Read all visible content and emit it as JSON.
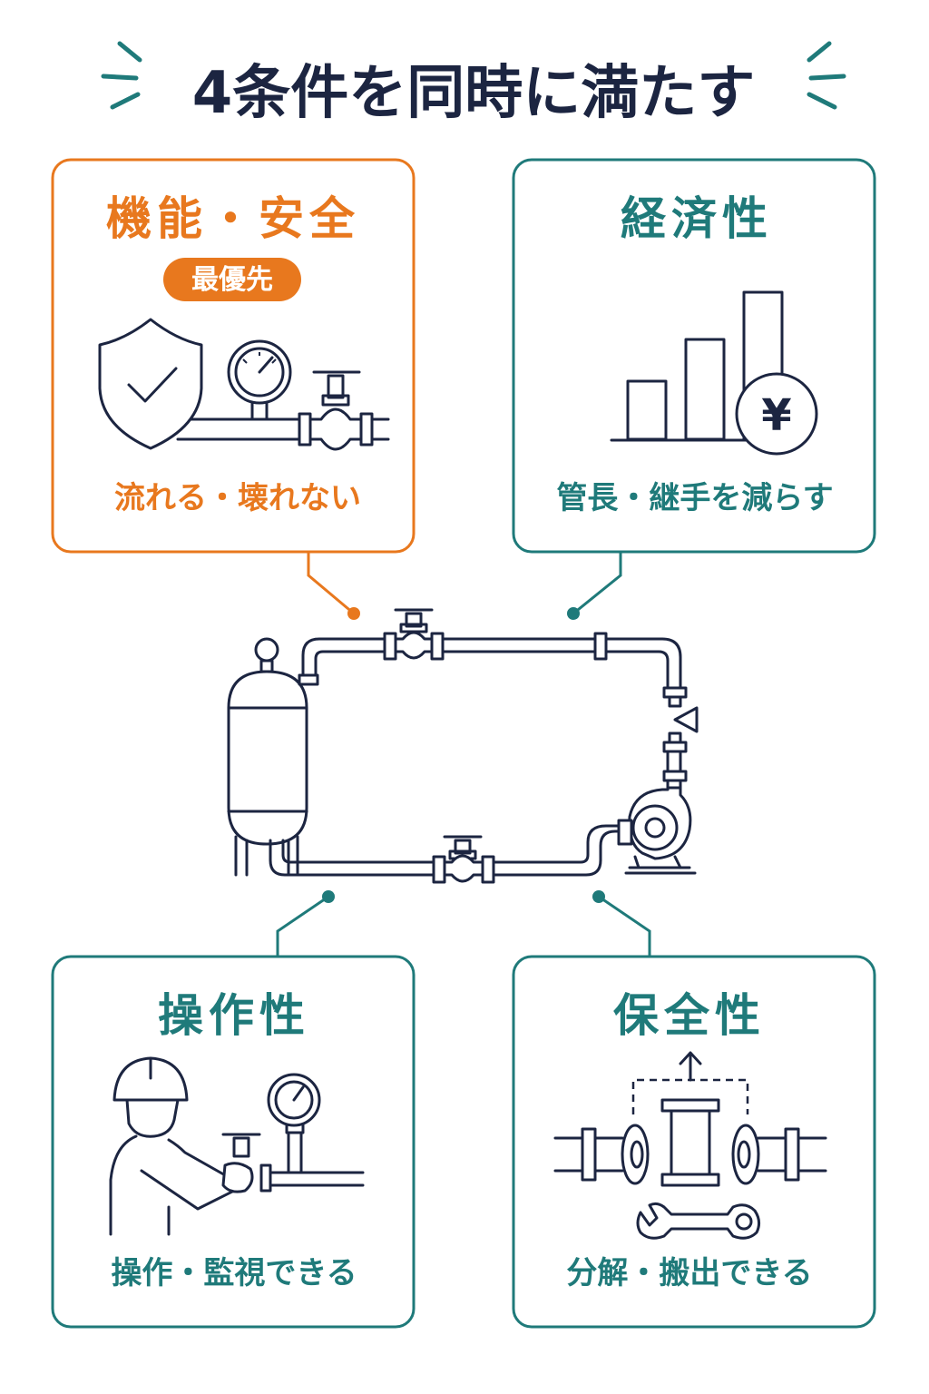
{
  "title": "4条件を同時に満たす",
  "colors": {
    "navy": "#1c2541",
    "orange": "#e8781e",
    "teal": "#1f7a7a",
    "white": "#ffffff"
  },
  "cards": {
    "safety": {
      "title": "機能・安全",
      "badge": "最優先",
      "caption": "流れる・壊れない",
      "icons": [
        "shield-check-icon",
        "pressure-gauge-icon",
        "gate-valve-icon"
      ]
    },
    "economy": {
      "title": "経済性",
      "caption": "管長・継手を減らす",
      "currency_symbol": "¥",
      "icons": [
        "bar-chart-icon",
        "yen-coin-icon"
      ]
    },
    "operability": {
      "title": "操作性",
      "caption": "操作・監視できる",
      "icons": [
        "worker-icon",
        "valve-handwheel-icon",
        "pressure-gauge-icon"
      ]
    },
    "maintainability": {
      "title": "保全性",
      "caption": "分解・搬出できる",
      "icons": [
        "pipe-spool-icon",
        "up-arrow-icon",
        "wrench-icon"
      ]
    }
  },
  "central_system": {
    "icons": [
      "pressure-tank-icon",
      "gate-valve-icon",
      "check-valve-icon",
      "centrifugal-pump-icon"
    ]
  }
}
